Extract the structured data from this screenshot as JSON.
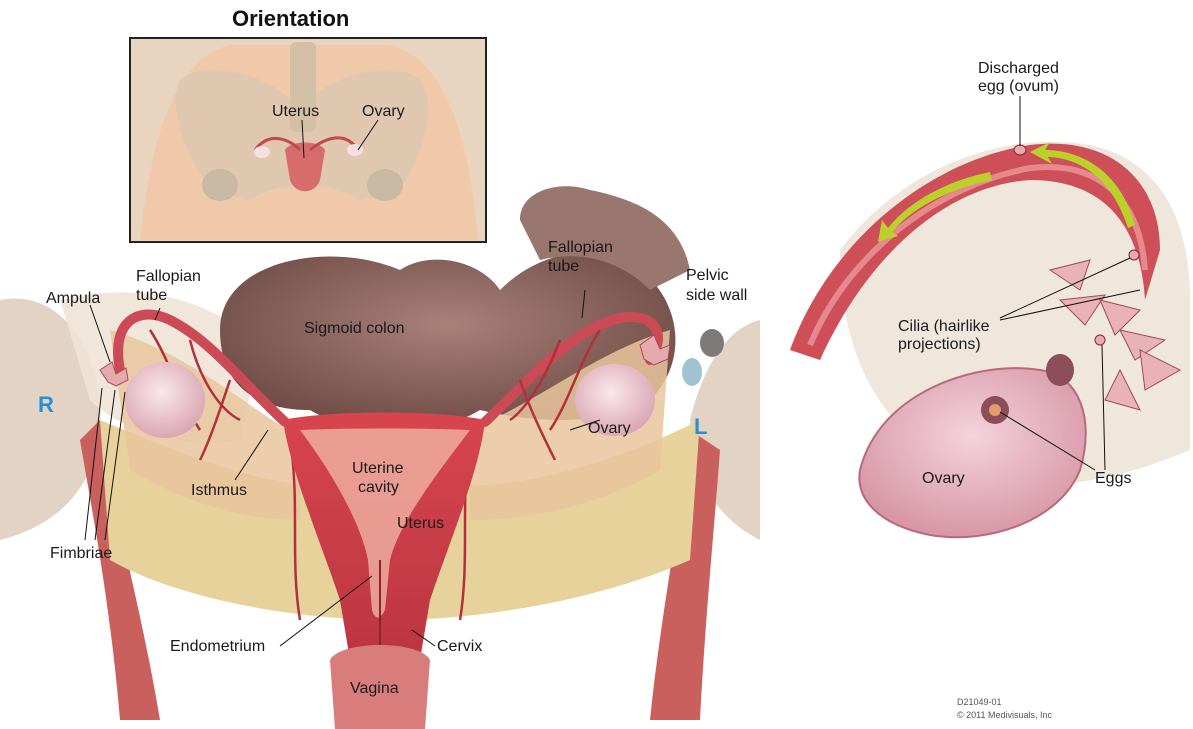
{
  "orientation": {
    "title": "Orientation",
    "labels": {
      "uterus": "Uterus",
      "ovary": "Ovary"
    }
  },
  "main": {
    "side_right": "R",
    "side_left": "L",
    "labels": {
      "ampula": "Ampula",
      "fallopian_tube_right": [
        "Fallopian",
        "tube"
      ],
      "sigmoid_colon": "Sigmoid colon",
      "fallopian_tube_left": [
        "Fallopian",
        "tube"
      ],
      "pelvic_side_wall": [
        "Pelvic",
        "side wall"
      ],
      "ovary": "Ovary",
      "uterine_cavity": [
        "Uterine",
        "cavity"
      ],
      "uterus": "Uterus",
      "isthmus": "Isthmus",
      "fimbriae": "Fimbriae",
      "endometrium": "Endometrium",
      "cervix": "Cervix",
      "vagina": "Vagina"
    }
  },
  "detail": {
    "labels": {
      "discharged_egg": [
        "Discharged",
        "egg (ovum)"
      ],
      "cilia": [
        "Cilia (hairlike",
        "projections)"
      ],
      "ovary": "Ovary",
      "eggs": "Eggs"
    }
  },
  "footer": {
    "code": "D21049-01",
    "copyright": "© 2011 Medivisuals, Inc"
  },
  "colors": {
    "tissue_red": "#c8474f",
    "uterus_red": "#d2404c",
    "colon_brown": "#8f6a63",
    "fat_yellow": "#e6d29a",
    "bone_beige": "#d9c8b2",
    "ovary_pink": "#efc9d2",
    "arrow_green": "#bcd02a",
    "accent_blue": "#2a8fd8"
  }
}
